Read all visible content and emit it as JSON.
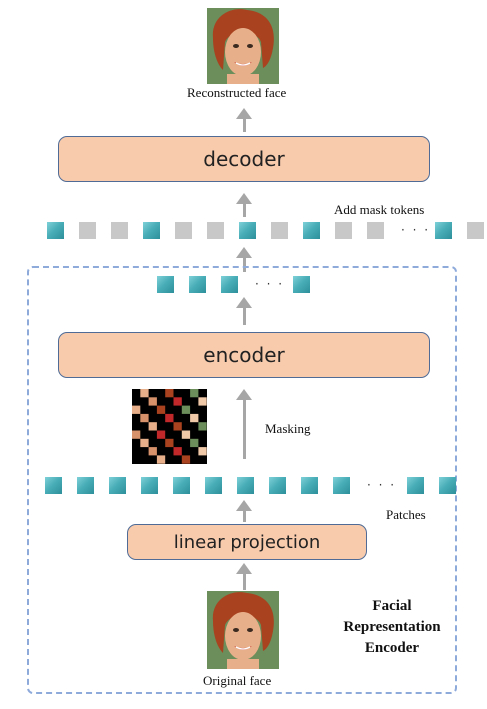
{
  "captions": {
    "reconstructed_face": "Reconstructed face",
    "add_mask_tokens": "Add  mask tokens",
    "masking": "Masking",
    "patches": "Patches",
    "original_face": "Original face"
  },
  "blocks": {
    "decoder": "decoder",
    "encoder": "encoder",
    "linear_projection": "linear projection"
  },
  "ellipsis": "· · ·",
  "encoder_group_label": "Facial Representation Encoder",
  "token_rows": {
    "decoder_input": [
      "blue",
      "gray",
      "gray",
      "blue",
      "gray",
      "gray",
      "blue",
      "gray",
      "blue",
      "gray",
      "gray",
      "ellipsis",
      "blue",
      "gray"
    ],
    "encoder_output": [
      "blue",
      "blue",
      "blue",
      "ellipsis",
      "blue"
    ],
    "patches": [
      "blue",
      "blue",
      "blue",
      "blue",
      "blue",
      "blue",
      "blue",
      "blue",
      "blue",
      "blue",
      "ellipsis",
      "blue",
      "blue"
    ]
  },
  "colors": {
    "block_fill": "#f8cbad",
    "block_border": "#4f6b96",
    "token_visible": "#4aaeb8",
    "token_mask": "#c8c8c8",
    "arrow": "#a6a6a6",
    "dashed_border": "#8eaadb"
  },
  "icons": {
    "reconstructed_face": "face-portrait-icon",
    "original_face": "face-portrait-icon",
    "masked_face": "masked-patch-grid-icon"
  }
}
